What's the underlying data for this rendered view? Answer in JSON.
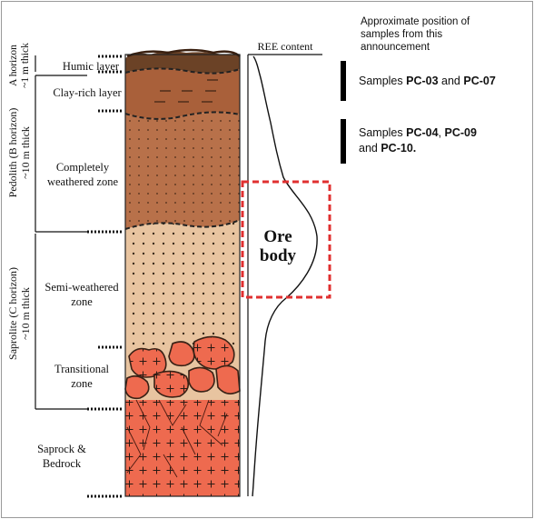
{
  "figure": {
    "annotation_title_lines": [
      "Approximate position of",
      "samples from this",
      "announcement"
    ],
    "ree_label": "REE content",
    "ore_body_lines": [
      "Ore",
      "body"
    ],
    "samples_1": {
      "prefix": "Samples ",
      "a": "PC-03",
      "mid": " and ",
      "b": "PC-07"
    },
    "samples_2": {
      "prefix": "Samples ",
      "a": "PC-04",
      "mid": ", ",
      "b": "PC-09",
      "line2_prefix": "and ",
      "c": "PC-10."
    }
  },
  "layers": [
    {
      "name": "humic-layer",
      "lines": [
        "Humic layer"
      ],
      "color": "#6b4226"
    },
    {
      "name": "clay-rich-layer",
      "lines": [
        "Clay-rich layer"
      ],
      "color": "#a9603a"
    },
    {
      "name": "completely-weathered-zone",
      "lines": [
        "Completely",
        "weathered zone"
      ],
      "color": "#b8714a"
    },
    {
      "name": "semi-weathered-zone",
      "lines": [
        "Semi-weathered",
        "zone"
      ],
      "color": "#e8c4a0"
    },
    {
      "name": "transitional-zone",
      "lines": [
        "Transitional",
        "zone"
      ],
      "color": "#e8c4a0"
    },
    {
      "name": "saprock-bedrock",
      "lines": [
        "Saprock &",
        "Bedrock"
      ],
      "color": "#ee6a4f"
    }
  ],
  "horizons": [
    {
      "name": "a-horizon",
      "lines": [
        "A horizon",
        "~1 m thick"
      ]
    },
    {
      "name": "pedolith",
      "lines": [
        "Pedolith (B horizon)",
        "~10 m thick"
      ]
    },
    {
      "name": "saprolite",
      "lines": [
        "Saprolite (C horizon)",
        "~10 m thick"
      ]
    }
  ],
  "colors": {
    "ore_box": "#e03030",
    "humic": "#6b4226",
    "clay": "#a9603a",
    "completely_weathered": "#b8714a",
    "semi_weathered": "#e8c4a0",
    "bedrock": "#ee6a4f",
    "border": "#9a9a9a"
  }
}
